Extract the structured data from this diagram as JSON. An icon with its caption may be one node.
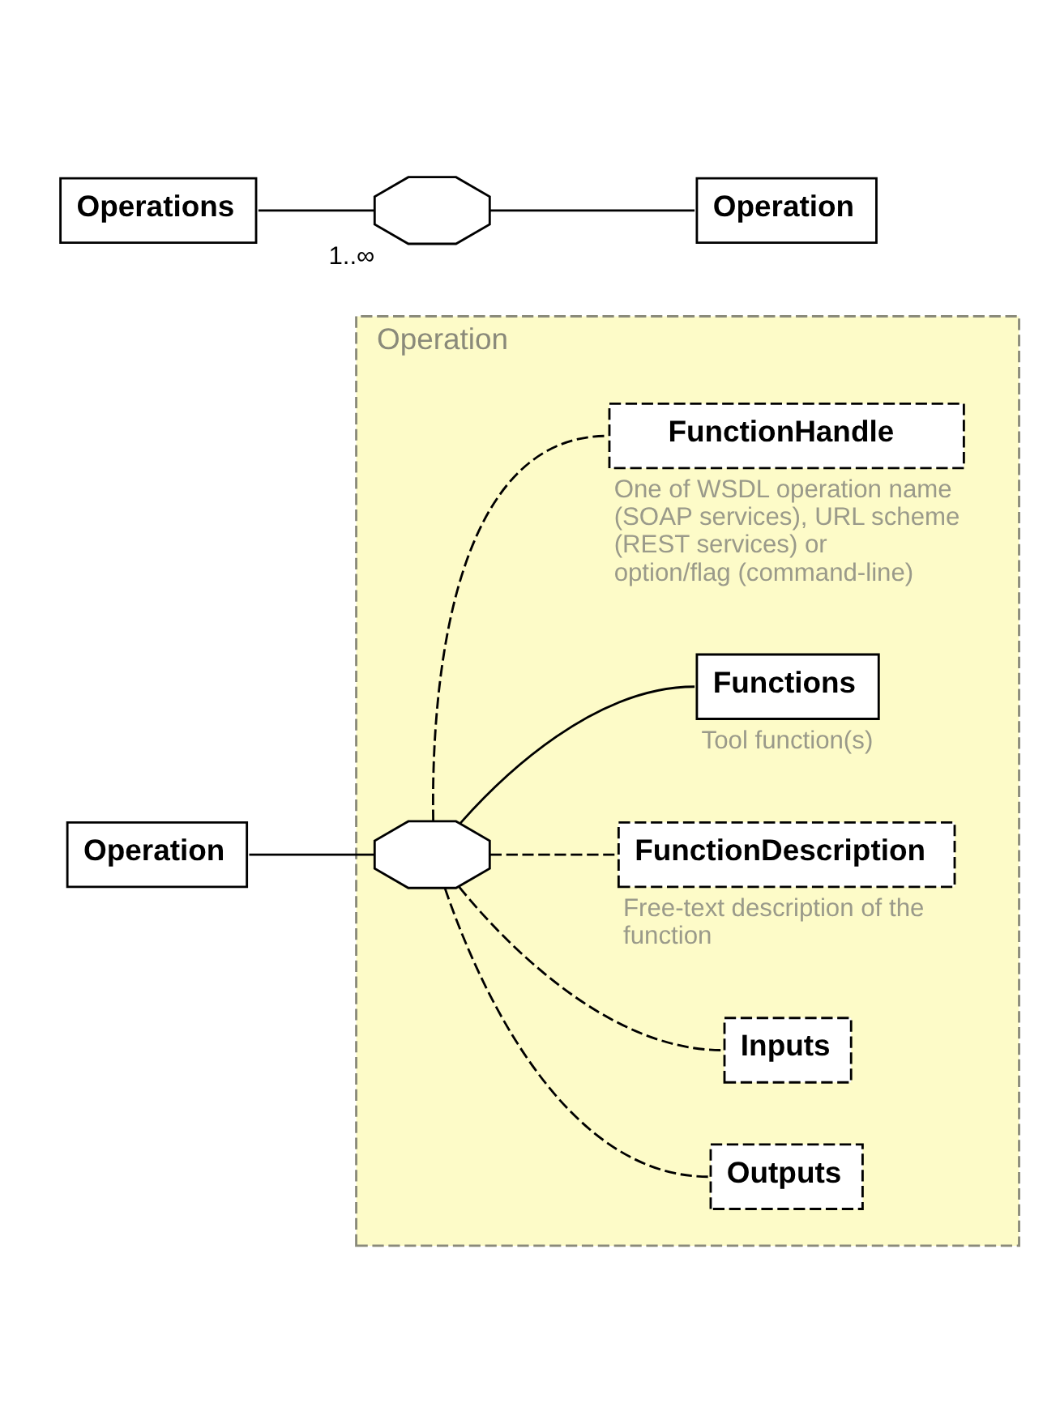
{
  "diagram": {
    "nodes": [
      {
        "text": [
          "Operations"
        ]
      },
      {
        "text": [],
        "shape": "octagon",
        "beside": [
          "1..∞"
        ]
      },
      {
        "text": [
          "Operation"
        ]
      },
      {
        "text": [
          "Operation"
        ]
      },
      {
        "text": [
          "Operation"
        ]
      },
      {
        "text": [],
        "shape": "octagon",
        "in": 4
      },
      {
        "text": [
          "FunctionHandle"
        ],
        "in": 4,
        "beside": [
          "One of WSDL operation name (SOAP services), URL scheme (REST services) or option/flag (command-line)"
        ]
      },
      {
        "text": [
          "Functions"
        ],
        "in": 4,
        "beside": [
          "Tool function(s)"
        ]
      },
      {
        "text": [
          "FunctionDescription"
        ],
        "in": 4,
        "beside": [
          "Free-text description of the function"
        ]
      },
      {
        "text": [
          "Inputs"
        ],
        "in": 4
      },
      {
        "text": [
          "Outputs"
        ],
        "in": 4
      }
    ],
    "edges": [
      {
        "from": 0,
        "to": 1,
        "arrow": "none"
      },
      {
        "from": 1,
        "to": 2,
        "arrow": "none"
      },
      {
        "from": 3,
        "to": 5,
        "arrow": "none"
      },
      {
        "from": 5,
        "to": 6,
        "arrow": "none",
        "style": "dashed"
      },
      {
        "from": 5,
        "to": 7,
        "arrow": "none"
      },
      {
        "from": 5,
        "to": 8,
        "arrow": "none",
        "style": "dashed"
      },
      {
        "from": 5,
        "to": 9,
        "arrow": "none",
        "style": "dashed"
      },
      {
        "from": 5,
        "to": 10,
        "arrow": "none",
        "style": "dashed"
      }
    ]
  }
}
